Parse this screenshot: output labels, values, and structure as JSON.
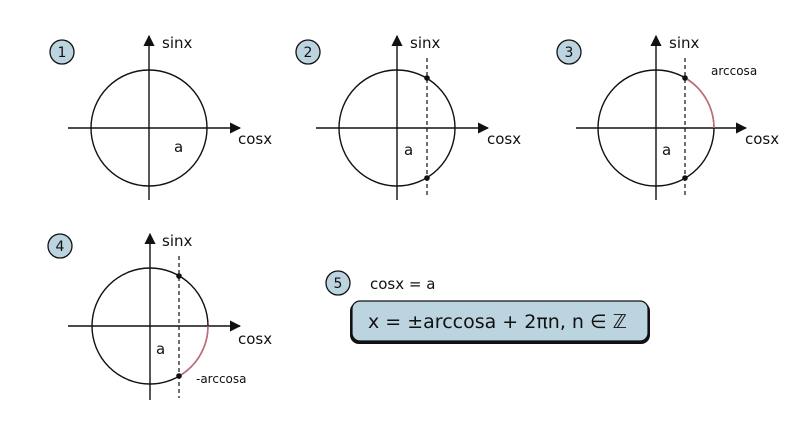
{
  "colors": {
    "badge_fill": "#bcd4e0",
    "stroke": "#111111",
    "arc_highlight": "#c0707a",
    "formula_box_fill": "#bcd4e0"
  },
  "steps": [
    {
      "number": "1",
      "y_axis_label": "sinx",
      "x_axis_label": "cosx",
      "a_label": "a"
    },
    {
      "number": "2",
      "y_axis_label": "sinx",
      "x_axis_label": "cosx",
      "a_label": "a"
    },
    {
      "number": "3",
      "y_axis_label": "sinx",
      "x_axis_label": "cosx",
      "a_label": "a",
      "arc_label": "arccosa"
    },
    {
      "number": "4",
      "y_axis_label": "sinx",
      "x_axis_label": "cosx",
      "a_label": "a",
      "arc_label": "-arccosa"
    }
  ],
  "step5": {
    "number": "5",
    "equation": "cosx = a",
    "solution": "x = ±arccosa + 2πn, n ∈ ℤ"
  }
}
